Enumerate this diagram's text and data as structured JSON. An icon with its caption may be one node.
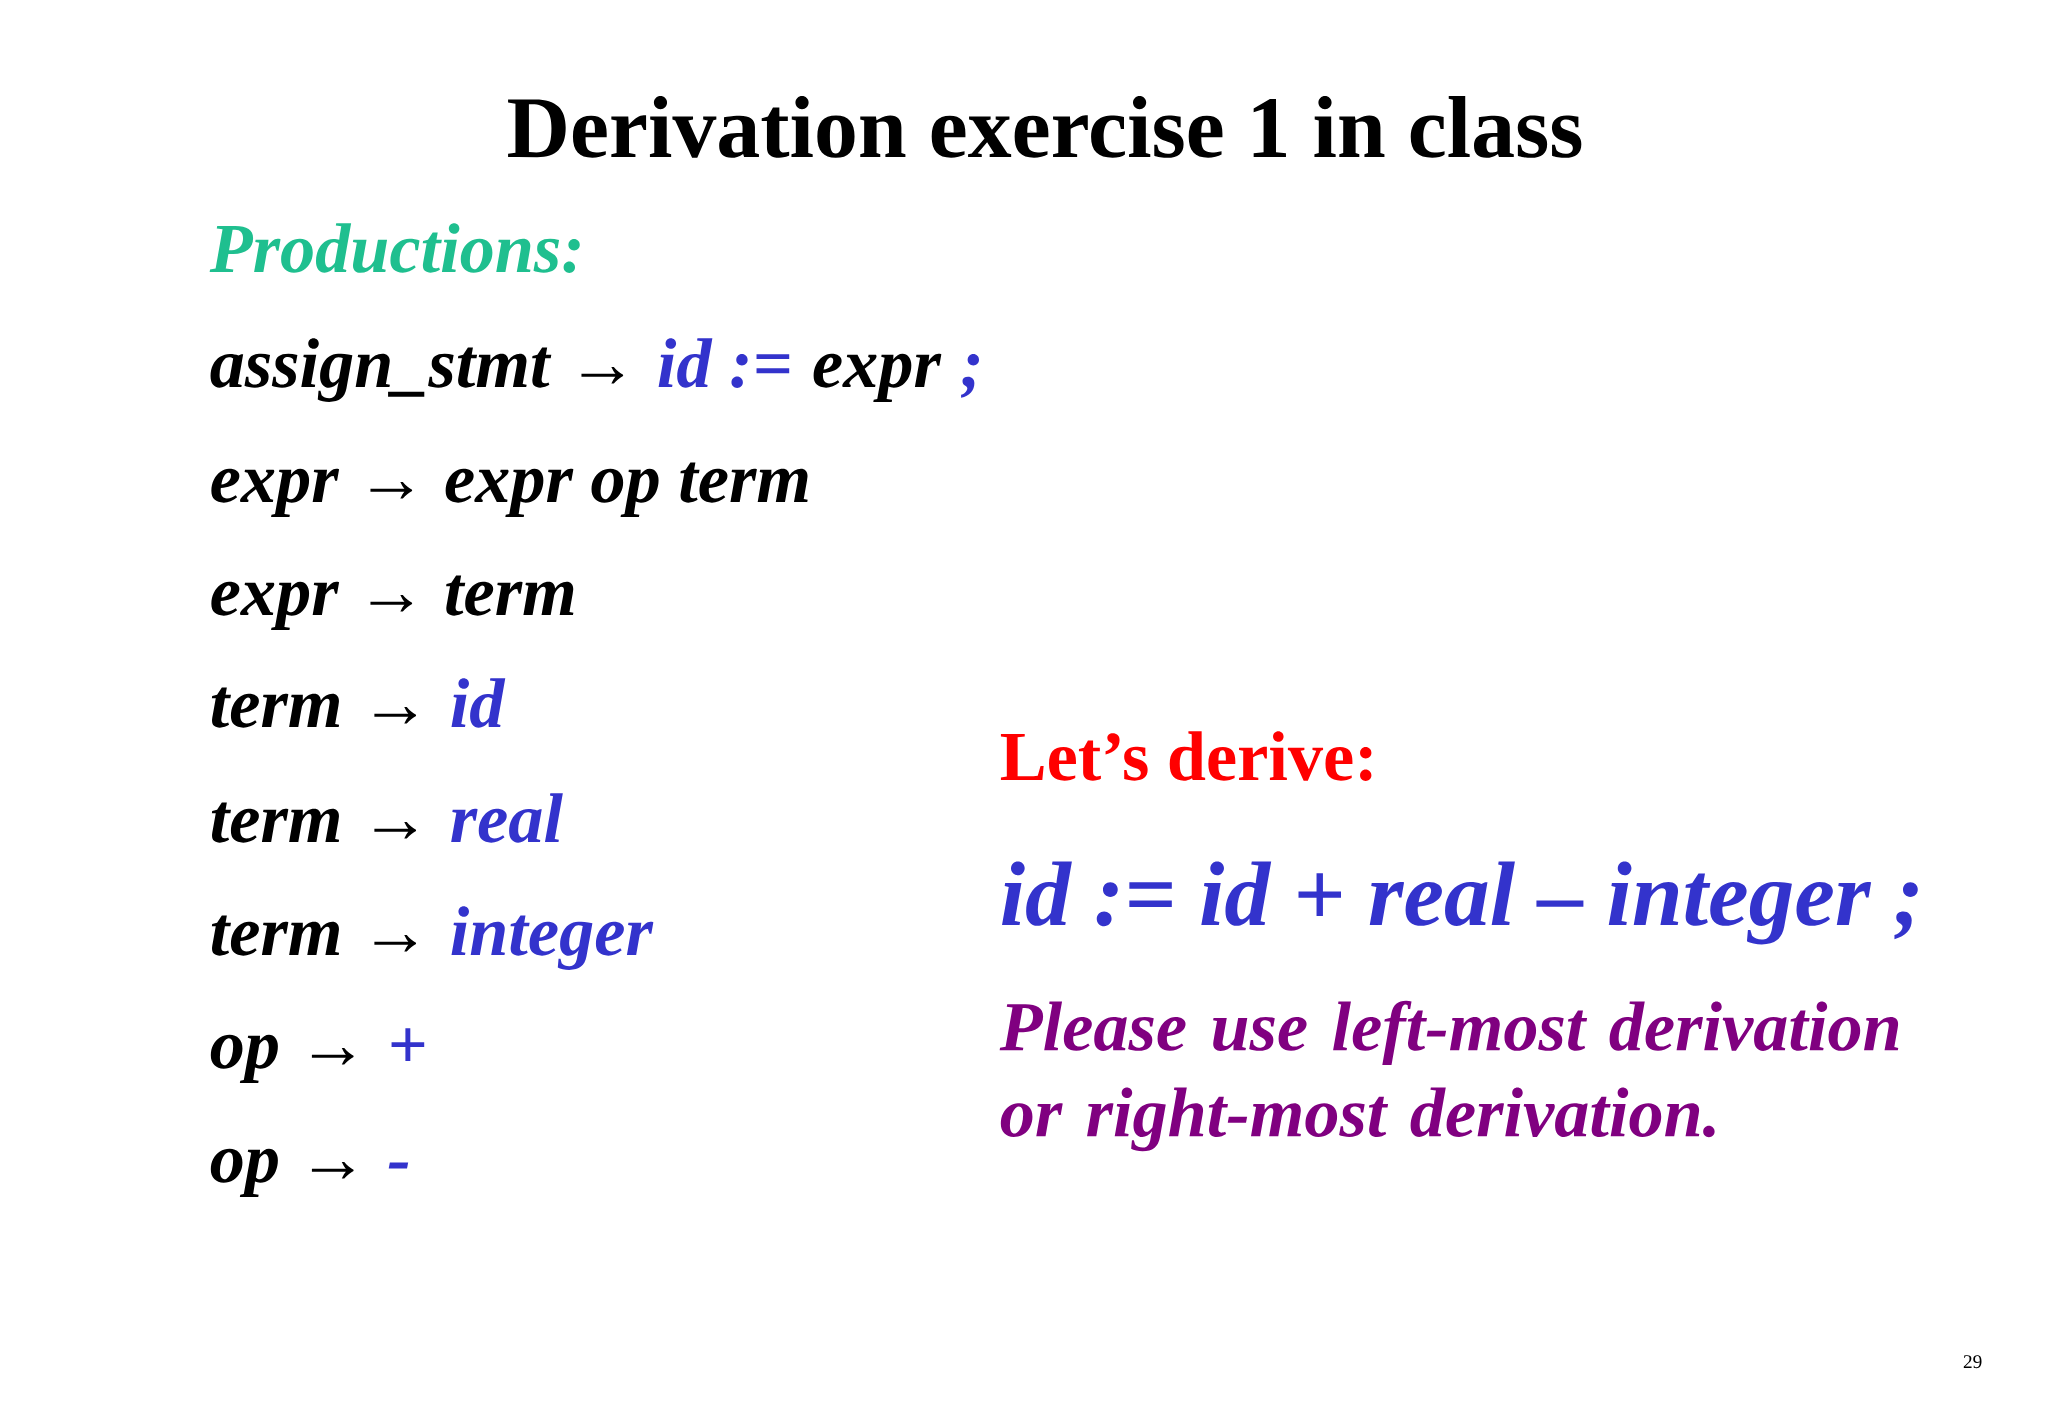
{
  "diagram": {
    "title": "Derivation exercise 1 in class",
    "labels": [
      "Productions:",
      "assign_stmt →",
      "id :=",
      "expr",
      ";",
      "expr → expr op term",
      "expr → term",
      "term →",
      "id",
      "term →",
      "real",
      "term →",
      "integer",
      "op →",
      "+",
      "op →",
      "-",
      "Let’s derive:",
      "id := id + real – integer ;",
      "Please use left-most derivation or right-most derivation.",
      "29"
    ]
  }
}
